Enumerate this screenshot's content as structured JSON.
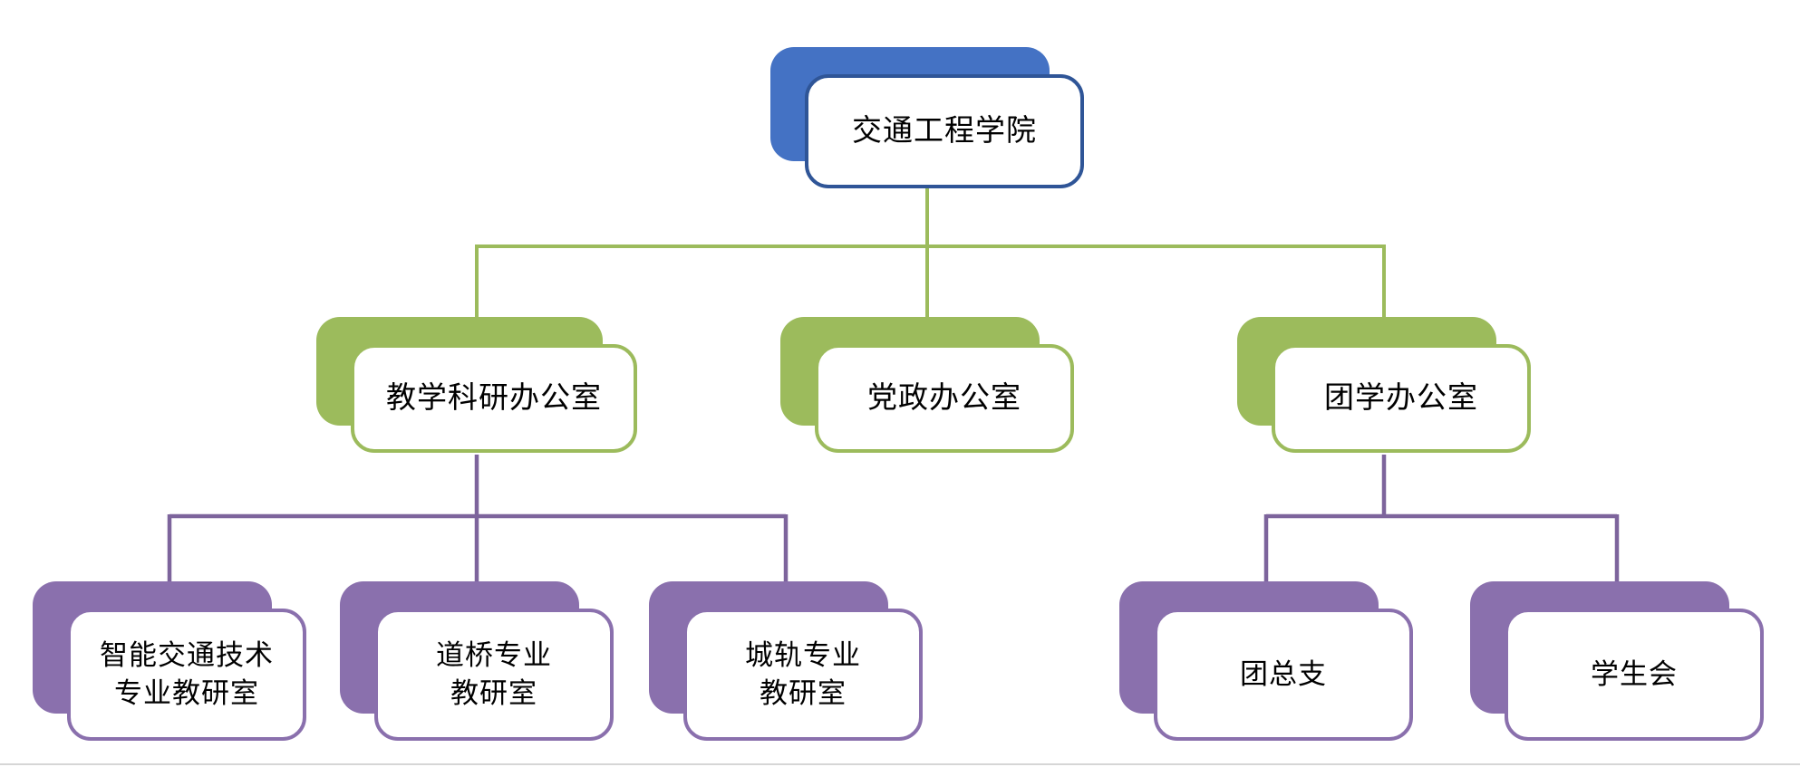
{
  "colors": {
    "root_fill": "#4472C4",
    "root_stroke": "#2F5597",
    "green": "#9CBB5C",
    "purple": "#8A70AD",
    "purple_line": "#7D649C",
    "text": "#000000"
  },
  "org_chart": {
    "root": {
      "label": "交通工程学院"
    },
    "branches": [
      {
        "label": "教学科研办公室",
        "children": [
          {
            "label": "智能交通技术\n专业教研室"
          },
          {
            "label": "道桥专业\n教研室"
          },
          {
            "label": "城轨专业\n教研室"
          }
        ]
      },
      {
        "label": "党政办公室",
        "children": []
      },
      {
        "label": "团学办公室",
        "children": [
          {
            "label": "团总支"
          },
          {
            "label": "学生会"
          }
        ]
      }
    ]
  }
}
